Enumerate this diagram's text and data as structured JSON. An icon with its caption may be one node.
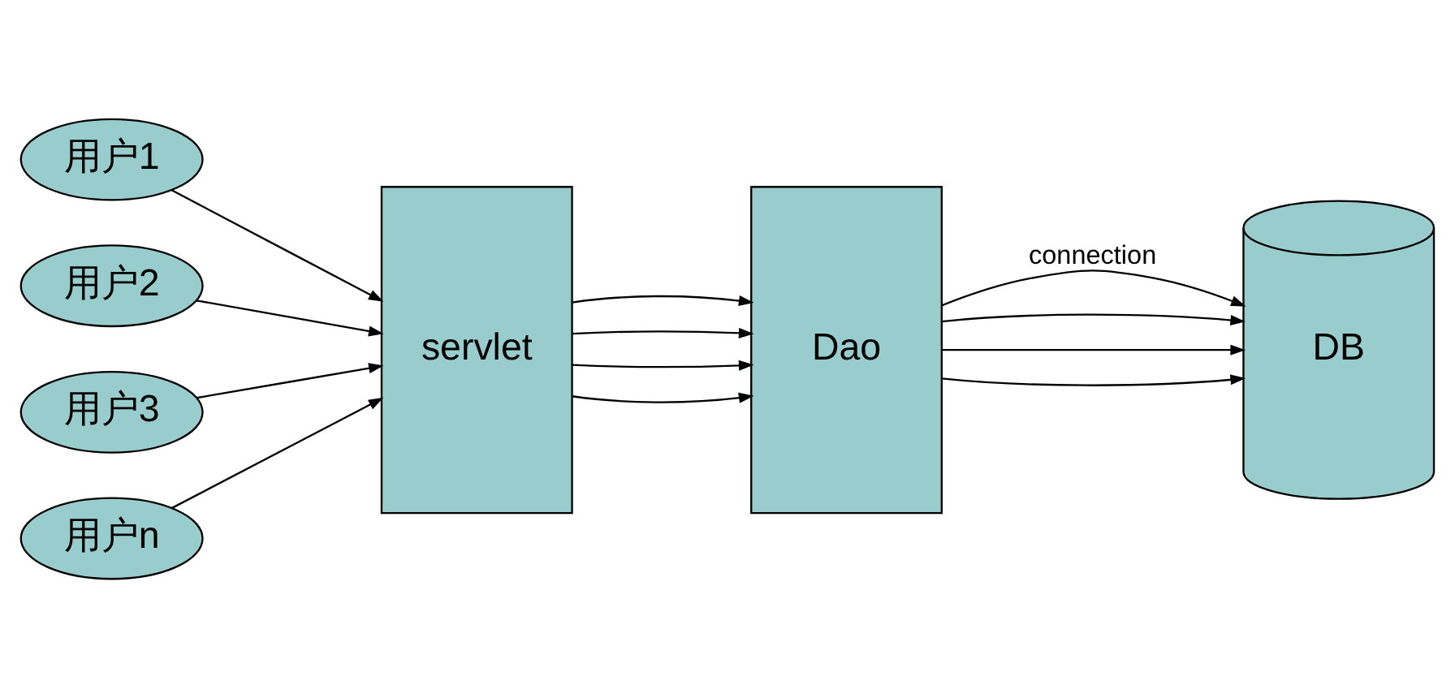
{
  "diagram": {
    "nodes": [
      {
        "text": [
          "用户1"
        ]
      },
      {
        "text": [
          "用户2"
        ]
      },
      {
        "text": [
          "用户3"
        ]
      },
      {
        "text": [
          "用户n"
        ]
      },
      {
        "text": [
          "servlet"
        ]
      },
      {
        "text": [
          "Dao"
        ]
      },
      {
        "text": [
          "DB"
        ]
      }
    ],
    "edges": [
      {
        "from": 0,
        "to": 4,
        "arrow": "to"
      },
      {
        "from": 1,
        "to": 4,
        "arrow": "to"
      },
      {
        "from": 2,
        "to": 4,
        "arrow": "to"
      },
      {
        "from": 3,
        "to": 4,
        "arrow": "to"
      },
      {
        "from": 4,
        "to": 5,
        "arrow": "to"
      },
      {
        "from": 4,
        "to": 5,
        "arrow": "to"
      },
      {
        "from": 4,
        "to": 5,
        "arrow": "to"
      },
      {
        "from": 4,
        "to": 5,
        "arrow": "to"
      },
      {
        "from": 5,
        "to": 6,
        "arrow": "to",
        "label": "connection"
      },
      {
        "from": 5,
        "to": 6,
        "arrow": "to"
      },
      {
        "from": 5,
        "to": 6,
        "arrow": "to"
      },
      {
        "from": 5,
        "to": 6,
        "arrow": "to"
      }
    ]
  }
}
